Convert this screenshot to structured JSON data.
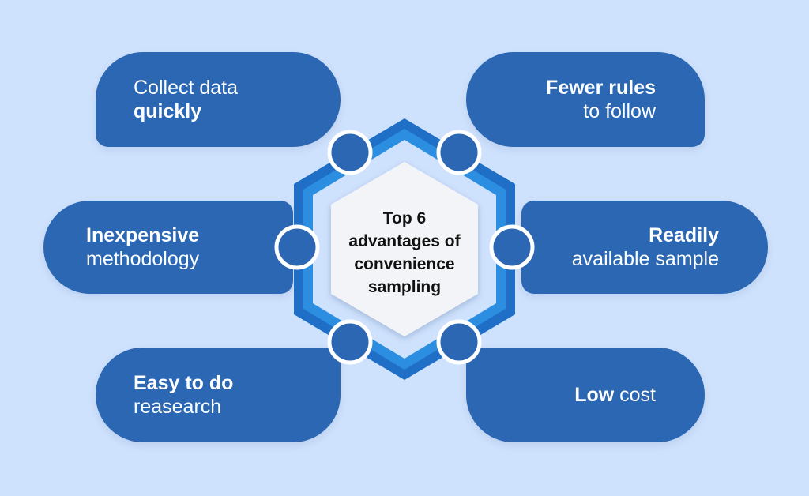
{
  "center": {
    "lines": [
      "Top 6",
      "advantages of",
      "convenience",
      "sampling"
    ]
  },
  "items": [
    {
      "position": "top-left",
      "line1": "Collect data",
      "line1_bold": false,
      "line2": "quickly",
      "line2_bold": true
    },
    {
      "position": "top-right",
      "line1": "Fewer rules",
      "line1_bold": true,
      "line2": "to follow",
      "line2_bold": false
    },
    {
      "position": "middle-left",
      "line1": "Inexpensive",
      "line1_bold": true,
      "line2": "methodology",
      "line2_bold": false
    },
    {
      "position": "middle-right",
      "line1": "Readily",
      "line1_bold": true,
      "line2": "available sample",
      "line2_bold": false
    },
    {
      "position": "bottom-left",
      "line1": "Easy to do",
      "line1_bold": true,
      "line2": "reasearch",
      "line2_bold": false
    },
    {
      "position": "bottom-right",
      "line1_bold_part": "Low",
      "line1_rest": " cost"
    }
  ],
  "colors": {
    "background": "#cfe2fd",
    "pill": "#2b67b3",
    "ring_outer": "#1f6fc6",
    "ring_inner": "#2c8ee0",
    "node": "#2b67b3",
    "node_border": "#ffffff",
    "center_fill": "#f2f4f7",
    "text_light": "#ffffff",
    "text_dark": "#111111"
  }
}
